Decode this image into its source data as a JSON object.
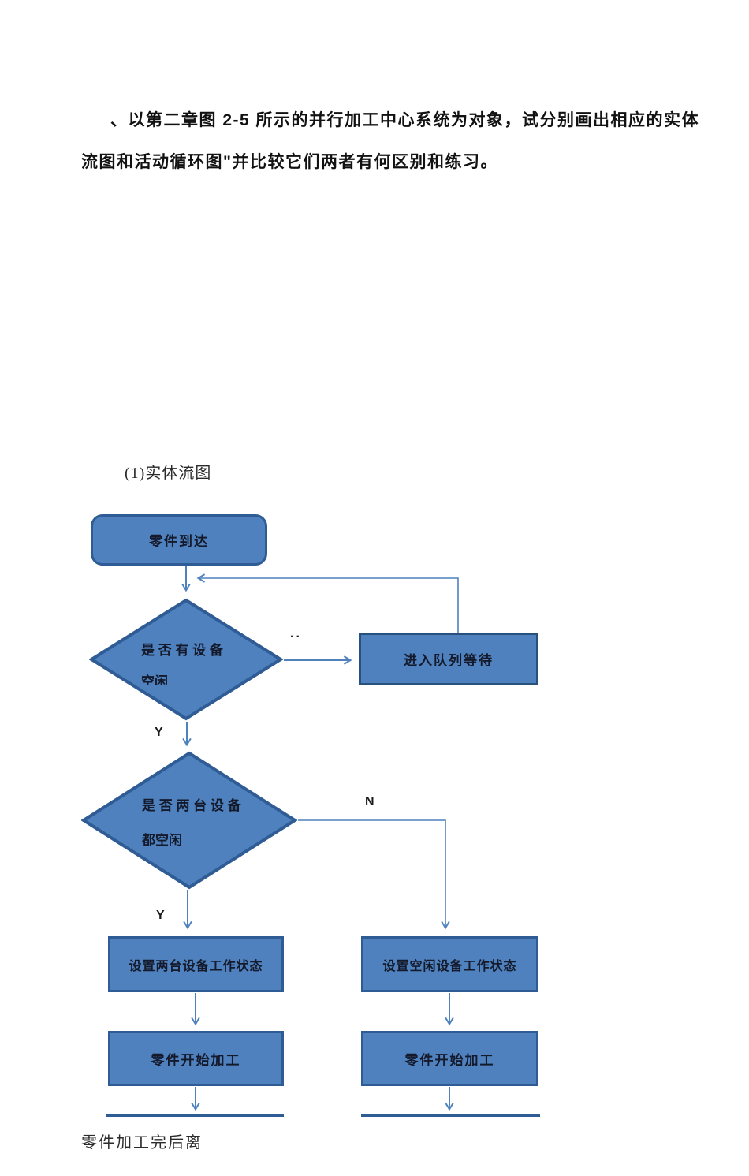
{
  "document": {
    "question": {
      "line1": "、以第二章图 2-5 所示的并行加工中心系统为对象，试分别画出相应的实体",
      "line2": "流图和活动循环图\"并比较它们两者有何区别和练习。"
    },
    "section_label": "(1)实体流图",
    "footer_text": "零件加工完后离"
  },
  "flowchart": {
    "start_node": "零件到达",
    "decision1": {
      "line1": "是 否 有 设 备",
      "line2": "空闲",
      "no_label": "..",
      "yes_label": "Y"
    },
    "queue_box": "进入队列等待",
    "decision2": {
      "line1": "是 否 两 台 设 备",
      "line2": "都空闲",
      "no_label": "N",
      "yes_label": "Y"
    },
    "set_both_box": "设置两台设备工作状态",
    "set_idle_box": "设置空闲设备工作状态",
    "process_left_box": "零件开始加工",
    "process_right_box": "零件开始加工",
    "colors": {
      "shape_fill": "#4e81bd",
      "shape_border": "#2f5c94",
      "connector": "#4f81bd",
      "shape_text": "#14192b",
      "label_text": "#1a1a1a"
    }
  }
}
